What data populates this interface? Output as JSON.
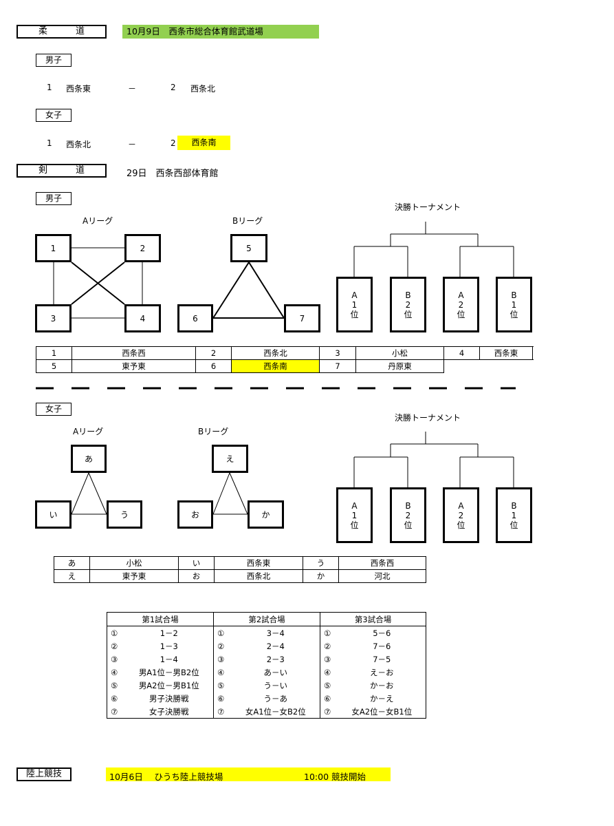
{
  "judo": {
    "title": "柔　道",
    "venue": "10月9日　西条市総合体育館武道場",
    "men_label": "男子",
    "men_match": {
      "n1": "1",
      "t1": "西条東",
      "dash": "－",
      "n2": "2",
      "t2": "西条北"
    },
    "women_label": "女子",
    "women_match": {
      "n1": "1",
      "t1": "西条北",
      "dash": "－",
      "n2": "2",
      "t2": "西条南"
    }
  },
  "kendo": {
    "title": "剣　道",
    "venue": "29日　西条西部体育館",
    "men": {
      "label": "男子",
      "a_league": "Aリーグ",
      "b_league": "Bリーグ",
      "tournament": "決勝トーナメント",
      "nodes": [
        "1",
        "2",
        "3",
        "4",
        "5",
        "6",
        "7"
      ],
      "finals": [
        {
          "l1": "A",
          "l2": "1",
          "l3": "位"
        },
        {
          "l1": "B",
          "l2": "2",
          "l3": "位"
        },
        {
          "l1": "A",
          "l2": "2",
          "l3": "位"
        },
        {
          "l1": "B",
          "l2": "1",
          "l3": "位"
        }
      ],
      "table": [
        [
          {
            "n": "1",
            "t": "西条西"
          },
          {
            "n": "2",
            "t": "西条北"
          },
          {
            "n": "3",
            "t": "小松"
          },
          {
            "n": "4",
            "t": "西条東"
          }
        ],
        [
          {
            "n": "5",
            "t": "東予東"
          },
          {
            "n": "6",
            "t": "西条南"
          },
          {
            "n": "7",
            "t": "丹原東"
          }
        ]
      ]
    },
    "women": {
      "label": "女子",
      "a_league": "Aリーグ",
      "b_league": "Bリーグ",
      "tournament": "決勝トーナメント",
      "nodes": [
        "あ",
        "い",
        "う",
        "え",
        "お",
        "か"
      ],
      "finals": [
        {
          "l1": "A",
          "l2": "1",
          "l3": "位"
        },
        {
          "l1": "B",
          "l2": "2",
          "l3": "位"
        },
        {
          "l1": "A",
          "l2": "2",
          "l3": "位"
        },
        {
          "l1": "B",
          "l2": "1",
          "l3": "位"
        }
      ],
      "table": [
        [
          {
            "n": "あ",
            "t": "小松"
          },
          {
            "n": "い",
            "t": "西条東"
          },
          {
            "n": "う",
            "t": "西条西"
          }
        ],
        [
          {
            "n": "え",
            "t": "東予東"
          },
          {
            "n": "お",
            "t": "西条北"
          },
          {
            "n": "か",
            "t": "河北"
          }
        ]
      ]
    },
    "schedule": {
      "headers": [
        "第1試合場",
        "第2試合場",
        "第3試合場"
      ],
      "rows": [
        [
          {
            "n": "①",
            "m": "1－2"
          },
          {
            "n": "①",
            "m": "3－4"
          },
          {
            "n": "①",
            "m": "5－6"
          }
        ],
        [
          {
            "n": "②",
            "m": "1－3"
          },
          {
            "n": "②",
            "m": "2－4"
          },
          {
            "n": "②",
            "m": "7－6"
          }
        ],
        [
          {
            "n": "③",
            "m": "1－4"
          },
          {
            "n": "③",
            "m": "2－3"
          },
          {
            "n": "③",
            "m": "7－5"
          }
        ],
        [
          {
            "n": "④",
            "m": "男A1位－男B2位"
          },
          {
            "n": "④",
            "m": "あ－い"
          },
          {
            "n": "④",
            "m": "え－お"
          }
        ],
        [
          {
            "n": "⑤",
            "m": "男A2位－男B1位"
          },
          {
            "n": "⑤",
            "m": "う－い"
          },
          {
            "n": "⑤",
            "m": "か－お"
          }
        ],
        [
          {
            "n": "⑥",
            "m": "男子決勝戦"
          },
          {
            "n": "⑥",
            "m": "う－あ"
          },
          {
            "n": "⑥",
            "m": "か－え"
          }
        ],
        [
          {
            "n": "⑦",
            "m": "女子決勝戦"
          },
          {
            "n": "⑦",
            "m": "女A1位－女B2位"
          },
          {
            "n": "⑦",
            "m": "女A2位－女B1位"
          }
        ]
      ]
    }
  },
  "athletics": {
    "title": "陸上競技",
    "venue": "10月6日　 ひうち陸上競技場",
    "start": "10:00  競技開始"
  },
  "colors": {
    "green": "#92d050",
    "yellow": "#ffff00"
  }
}
